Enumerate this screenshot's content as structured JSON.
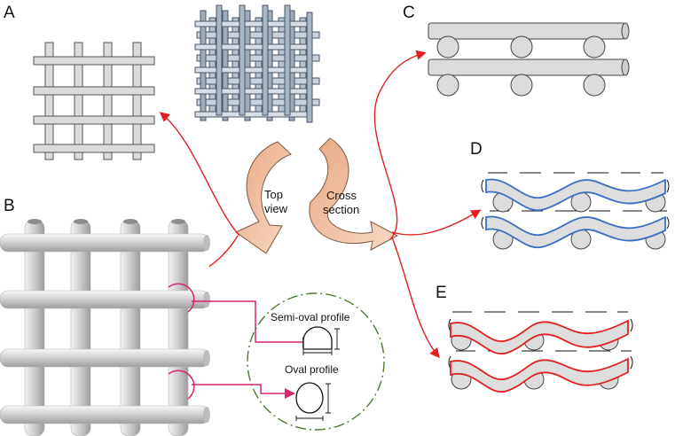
{
  "panels": {
    "a": "A",
    "b": "B",
    "c": "C",
    "d": "D",
    "e": "E"
  },
  "arrows": {
    "top_view": [
      "Top",
      "view"
    ],
    "cross_section": [
      "Cross",
      "section"
    ]
  },
  "profiles": {
    "semi_oval": "Semi-oval profile",
    "oval": "Oval profile"
  },
  "colors": {
    "red_arrow": "#e0201f",
    "magenta": "#d6246e",
    "blue_fiber": "#3b6fc4",
    "red_fiber": "#e0201f",
    "orange_arrow_fill": "#f2c3a1",
    "dashed_circle": "#4b7a2f",
    "rod_fill": "#d9d9d9"
  }
}
